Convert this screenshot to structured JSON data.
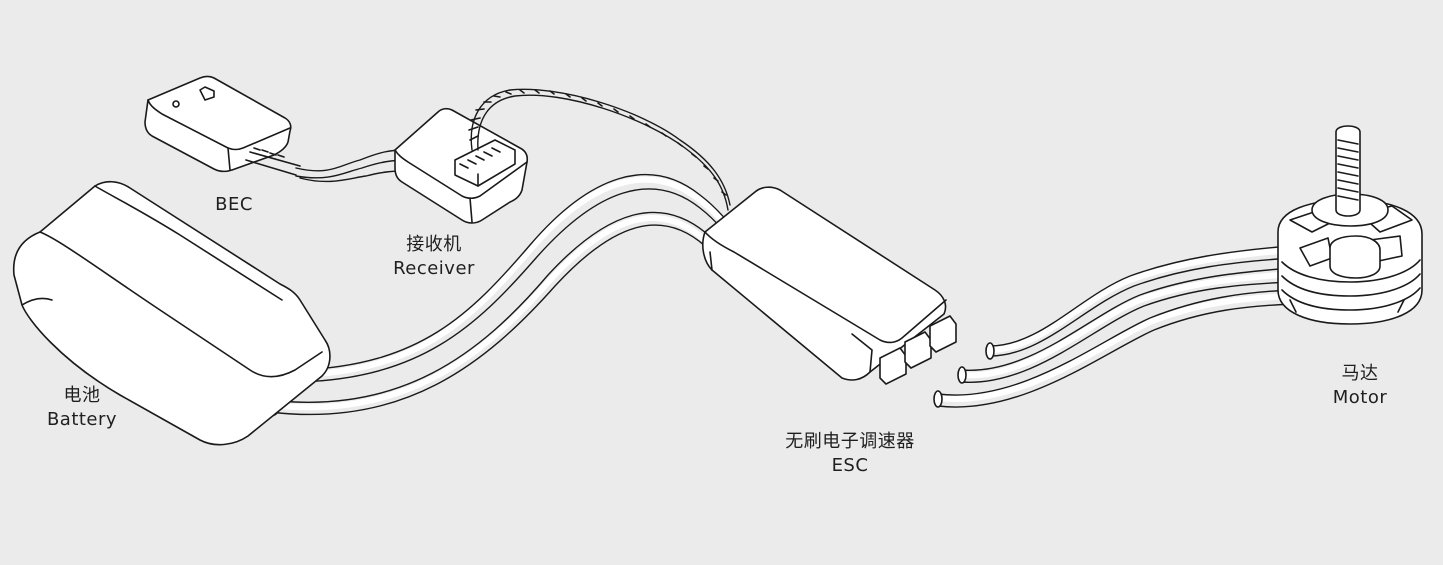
{
  "labels": {
    "bec": {
      "en": "BEC"
    },
    "receiver": {
      "zh": "接收机",
      "en": "Receiver"
    },
    "battery": {
      "zh": "电池",
      "en": "Battery"
    },
    "esc": {
      "zh": "无刷电子调速器",
      "en": "ESC"
    },
    "motor": {
      "zh": "马达",
      "en": "Motor"
    }
  },
  "colors": {
    "background": "#ebebeb",
    "line": "#1a1a1a",
    "component_fill": "#ffffff"
  }
}
